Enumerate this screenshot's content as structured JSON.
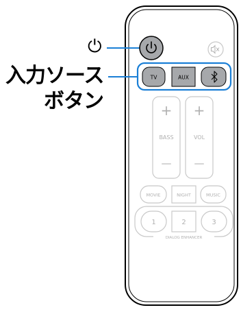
{
  "callouts": {
    "power_symbol": "⏻",
    "input_source_line1": "入力ソース",
    "input_source_line2": "ボタン"
  },
  "remote": {
    "input_buttons": {
      "tv": "TV",
      "aux": "AUX",
      "bluetooth_icon": "bluetooth-icon"
    },
    "bass_label": "BASS",
    "vol_label": "VOL",
    "plus_sign": "+",
    "minus_sign": "—",
    "mode_buttons": [
      "MOVIE",
      "NIGHT",
      "MUSIC"
    ],
    "dialog_buttons": [
      "1",
      "2",
      "3"
    ],
    "dialog_label": "DIALOG ENHANCER"
  },
  "colors": {
    "highlight_fill": "#a6a8ab",
    "callout_line": "#1a7fd6",
    "callout_border": "#1a7fd6",
    "faded_outline": "#c8c8c8",
    "faded_text": "#b0b0b0"
  }
}
